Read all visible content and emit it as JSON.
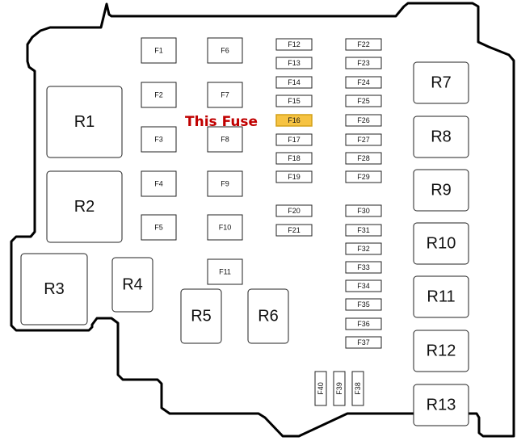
{
  "diagram": {
    "highlight_label": "This Fuse",
    "highlighted_fuse": "F16",
    "colors": {
      "outline": "#000000",
      "highlight_fill": "#f6c342",
      "callout_text": "#c00000"
    },
    "relays": [
      "R1",
      "R2",
      "R3",
      "R4",
      "R5",
      "R6",
      "R7",
      "R8",
      "R9",
      "R10",
      "R11",
      "R12",
      "R13"
    ],
    "small_fuses": [
      "F1",
      "F2",
      "F3",
      "F4",
      "F5",
      "F6",
      "F7",
      "F8",
      "F9",
      "F10",
      "F11"
    ],
    "mini_fuses_col1": [
      "F12",
      "F13",
      "F14",
      "F15",
      "F16",
      "F17",
      "F18",
      "F19",
      "F20",
      "F21"
    ],
    "mini_fuses_col2": [
      "F22",
      "F23",
      "F24",
      "F25",
      "F26",
      "F27",
      "F28",
      "F29",
      "F30",
      "F31",
      "F32",
      "F33",
      "F34",
      "F35",
      "F36",
      "F37"
    ],
    "vertical_fuses": [
      "F40",
      "F39",
      "F38"
    ]
  }
}
